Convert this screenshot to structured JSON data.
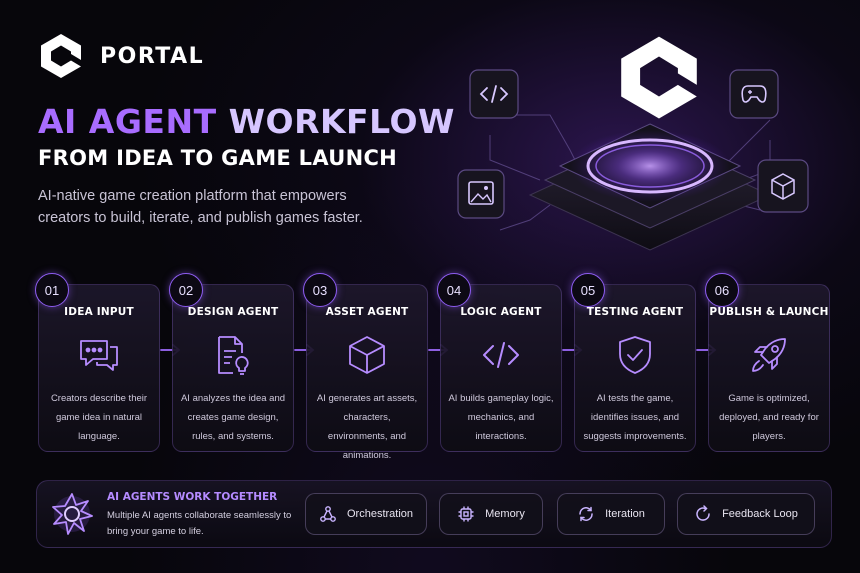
{
  "brand": {
    "name": "PORTAL"
  },
  "header": {
    "title_accent": "AI AGENT",
    "title_rest": "WORKFLOW",
    "title_line2": "FROM IDEA TO GAME LAUNCH",
    "subtitle": "AI-native game creation platform that empowers creators to build, iterate, and publish games faster."
  },
  "steps": [
    {
      "num": "01",
      "title": "IDEA INPUT",
      "icon": "chat-bubbles-icon",
      "desc": "Creators describe their game idea in natural language."
    },
    {
      "num": "02",
      "title": "DESIGN AGENT",
      "icon": "document-bulb-icon",
      "desc": "AI analyzes the idea and creates game design, rules, and systems."
    },
    {
      "num": "03",
      "title": "ASSET AGENT",
      "icon": "cube-icon",
      "desc": "AI generates art assets, characters, environments, and animations."
    },
    {
      "num": "04",
      "title": "LOGIC AGENT",
      "icon": "code-icon",
      "desc": "AI builds gameplay logic, mechanics, and interactions."
    },
    {
      "num": "05",
      "title": "TESTING AGENT",
      "icon": "shield-check-icon",
      "desc": "AI tests the game, identifies issues, and suggests improvements."
    },
    {
      "num": "06",
      "title": "PUBLISH & LAUNCH",
      "icon": "rocket-icon",
      "desc": "Game is optimized, deployed, and ready for players."
    }
  ],
  "together": {
    "title": "AI AGENTS WORK TOGETHER",
    "desc": "Multiple AI agents collaborate seamlessly to bring your game to life."
  },
  "features": [
    {
      "label": "Orchestration",
      "icon": "network-icon"
    },
    {
      "label": "Memory",
      "icon": "chip-icon"
    },
    {
      "label": "Iteration",
      "icon": "cycle-icon"
    },
    {
      "label": "Feedback Loop",
      "icon": "refresh-icon"
    }
  ],
  "colors": {
    "accent": "#a86cff",
    "accent_light": "#d6c6ff",
    "background": "#07060b"
  }
}
